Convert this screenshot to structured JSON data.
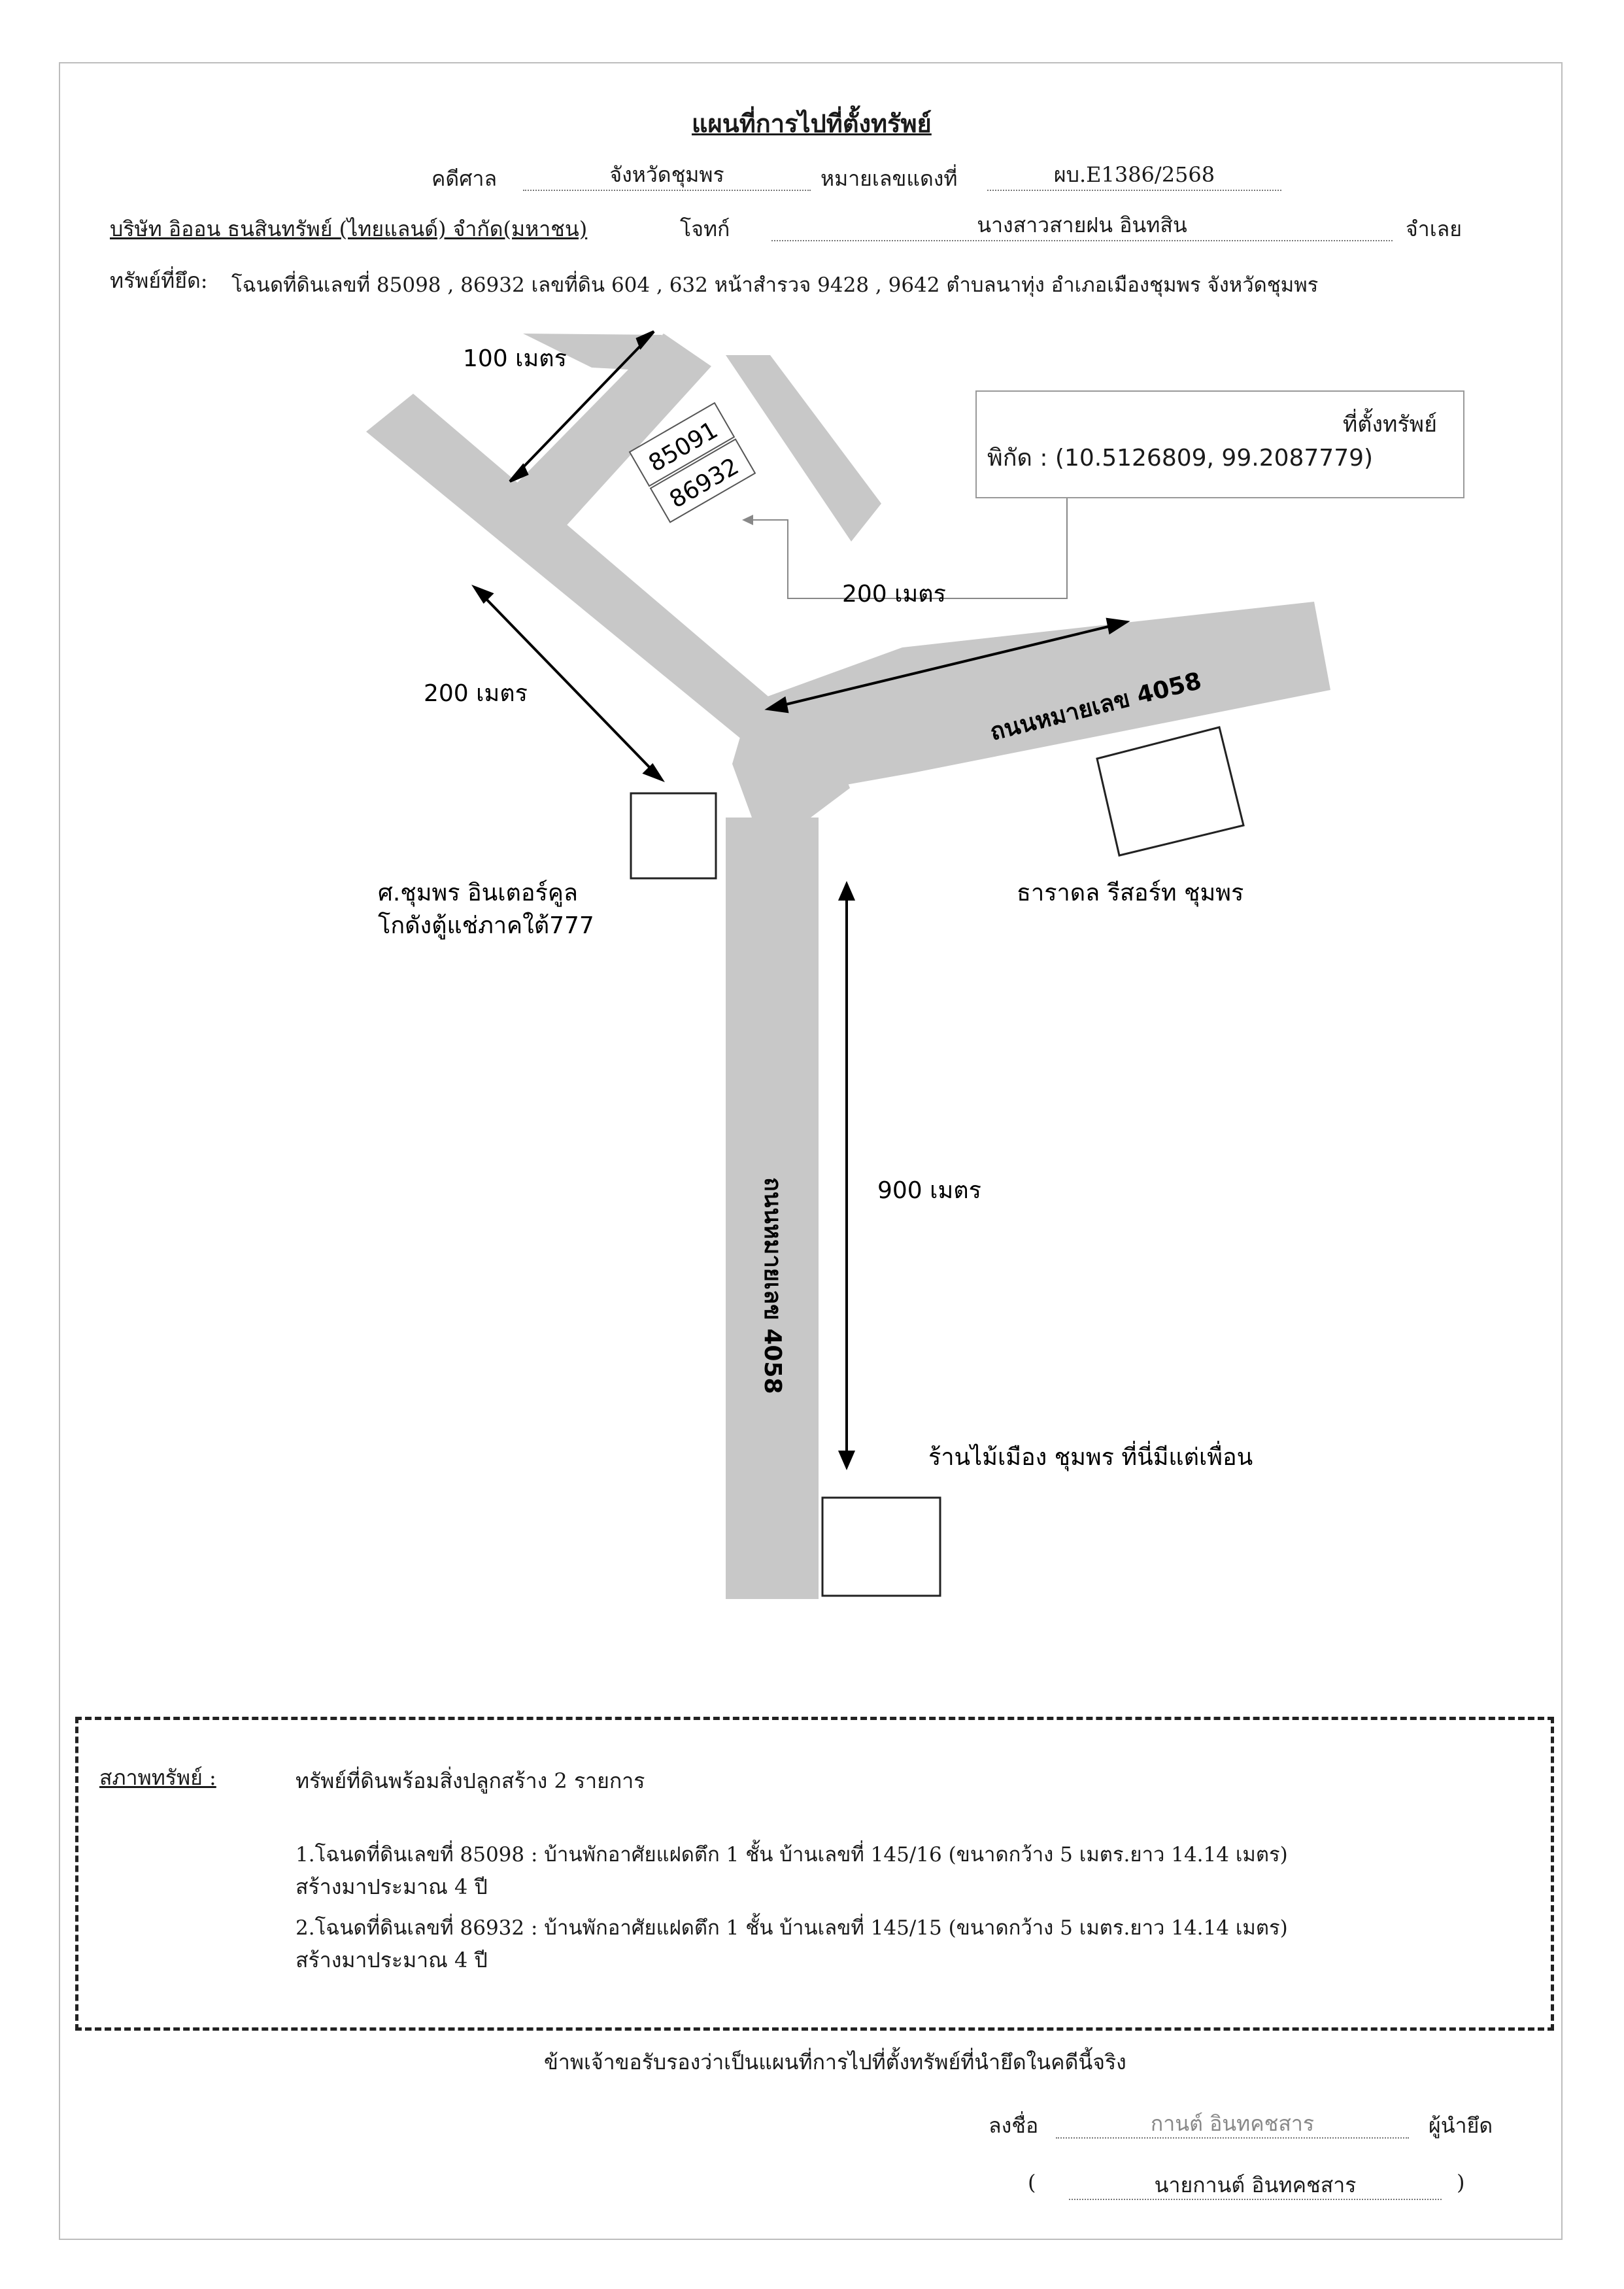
{
  "header": {
    "title": "แผนที่การไปที่ตั้งทรัพย์",
    "court_label": "คดีศาล",
    "court_value": "จังหวัดชุมพร",
    "case_label": "หมายเลขแดงที่",
    "case_value": "ผบ.E1386/2568",
    "plaintiff": "บริษัท อิออน ธนสินทรัพย์ (ไทยแลนด์) จำกัด(มหาชน)",
    "plaintiff_role": "โจทก์",
    "defendant": "นางสาวสายฝน อินทสิน",
    "defendant_role": "จำเลย",
    "property_label": "ทรัพย์ที่ยึด:",
    "property_value": "โฉนดที่ดินเลขที่ 85098 , 86932 เลขที่ดิน 604 , 632 หน้าสำรวจ 9428 , 9642 ตำบลนาทุ่ง อำเภอเมืองชุมพร จังหวัดชุมพร"
  },
  "map": {
    "location_box_title": "ที่ตั้งทรัพย์",
    "location_box_coords": "พิกัด : (10.5126809, 99.2087779)",
    "parcel_1": "85091",
    "parcel_2": "86932",
    "dist_100": "100 เมตร",
    "dist_200_right": "200 เมตร",
    "dist_200_left": "200 เมตร",
    "dist_900": "900 เมตร",
    "road_label_diag": "ถนนหมายเลข 4058",
    "road_label_vert": "ถนนหมายเลข 4058",
    "landmark_left_1": "ศ.ชุมพร อินเตอร์คูล",
    "landmark_left_2": "โกดังตู้แช่ภาคใต้777",
    "landmark_right": "ธาราดล รีสอร์ท ชุมพร",
    "landmark_bottom": "ร้านไม้เมือง ชุมพร ที่นี่มีแต่เพื่อน",
    "road_color": "#c8c8c8"
  },
  "condition": {
    "label": "สภาพทรัพย์ :",
    "summary": "ทรัพย์ที่ดินพร้อมสิ่งปลูกสร้าง 2 รายการ",
    "item1_line1": "1.โฉนดที่ดินเลขที่ 85098  : บ้านพักอาศัยแฝดตึก  1 ชั้น  บ้านเลขที่ 145/16 (ขนาดกว้าง 5 เมตร.ยาว 14.14 เมตร)",
    "item1_line2": "สร้างมาประมาณ 4 ปี",
    "item2_line1": "2.โฉนดที่ดินเลขที่ 86932  : บ้านพักอาศัยแฝดตึก  1 ชั้น  บ้านเลขที่ 145/15 (ขนาดกว้าง 5 เมตร.ยาว 14.14 เมตร)",
    "item2_line2": "สร้างมาประมาณ 4 ปี"
  },
  "footer": {
    "certify": "ข้าพเจ้าขอรับรองว่าเป็นแผนที่การไปที่ตั้งทรัพย์ที่นำยึดในคดีนี้จริง",
    "sign_label": "ลงชื่อ",
    "signature": "กานต์ อินทคชสาร",
    "signer_role": "ผู้นำยึด",
    "paren_open": "(",
    "printed_name": "นายกานต์ อินทคชสาร",
    "paren_close": ")"
  }
}
